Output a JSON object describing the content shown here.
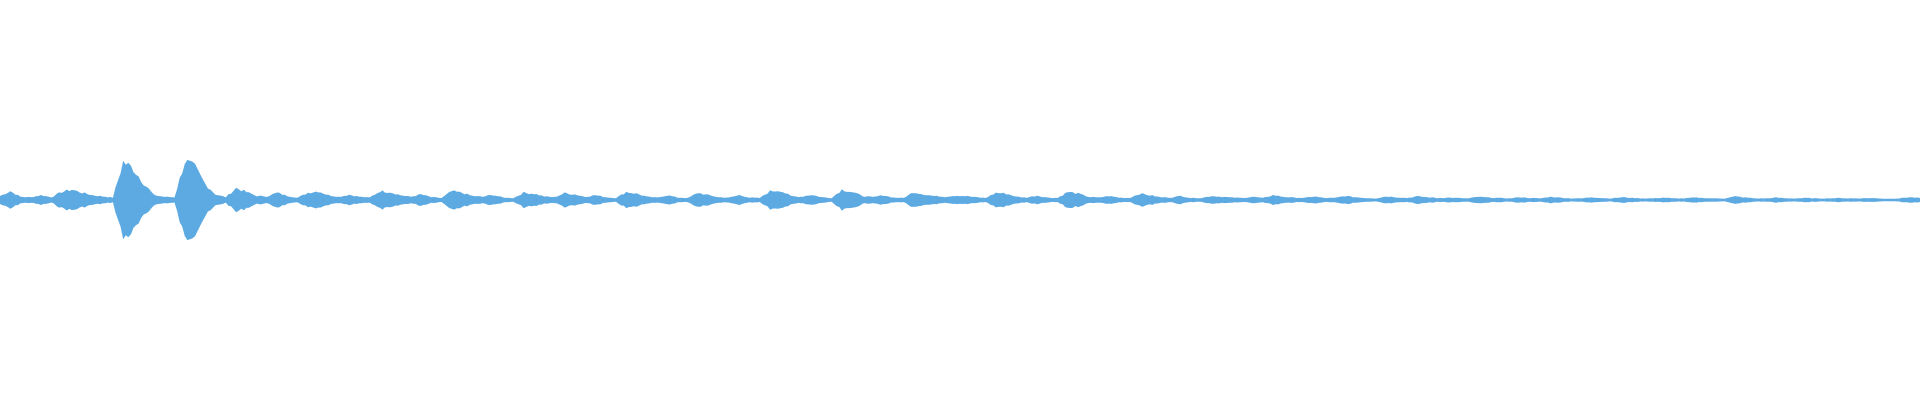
{
  "waveform": {
    "color": "#5DAAE3",
    "background": "#ffffff",
    "envelope": [
      0.1,
      0.22,
      0.08,
      0.07,
      0.12,
      0.07,
      0.2,
      0.26,
      0.18,
      0.12,
      0.09,
      0.06,
      0.95,
      0.78,
      0.42,
      0.12,
      0.08,
      0.07,
      0.97,
      0.8,
      0.4,
      0.14,
      0.07,
      0.3,
      0.2,
      0.1,
      0.09,
      0.18,
      0.1,
      0.06,
      0.18,
      0.22,
      0.12,
      0.08,
      0.13,
      0.08,
      0.06,
      0.22,
      0.2,
      0.12,
      0.08,
      0.14,
      0.07,
      0.05,
      0.22,
      0.18,
      0.1,
      0.08,
      0.13,
      0.06,
      0.05,
      0.18,
      0.16,
      0.09,
      0.07,
      0.17,
      0.14,
      0.08,
      0.12,
      0.07,
      0.05,
      0.2,
      0.16,
      0.08,
      0.06,
      0.12,
      0.06,
      0.05,
      0.18,
      0.12,
      0.07,
      0.06,
      0.12,
      0.06,
      0.05,
      0.22,
      0.24,
      0.1,
      0.08,
      0.13,
      0.07,
      0.05,
      0.26,
      0.2,
      0.1,
      0.07,
      0.12,
      0.06,
      0.05,
      0.2,
      0.14,
      0.1,
      0.08,
      0.11,
      0.1,
      0.07,
      0.05,
      0.18,
      0.16,
      0.08,
      0.06,
      0.11,
      0.06,
      0.05,
      0.2,
      0.16,
      0.08,
      0.06,
      0.1,
      0.06,
      0.05,
      0.16,
      0.12,
      0.07,
      0.06,
      0.1,
      0.05,
      0.05,
      0.1,
      0.08,
      0.06,
      0.05,
      0.08,
      0.05,
      0.12,
      0.08,
      0.06,
      0.05,
      0.09,
      0.05,
      0.05,
      0.1,
      0.07,
      0.05,
      0.04,
      0.09,
      0.07,
      0.05,
      0.09,
      0.07,
      0.05,
      0.06,
      0.05,
      0.04,
      0.08,
      0.06,
      0.05,
      0.04,
      0.07,
      0.05,
      0.04,
      0.08,
      0.06,
      0.04,
      0.04,
      0.07,
      0.05,
      0.04,
      0.07,
      0.05,
      0.04,
      0.04,
      0.06,
      0.04,
      0.04,
      0.06,
      0.05,
      0.04,
      0.04,
      0.09,
      0.06,
      0.04,
      0.04,
      0.06,
      0.04,
      0.04,
      0.05,
      0.04,
      0.04,
      0.05,
      0.04,
      0.04,
      0.05,
      0.04,
      0.03,
      0.04,
      0.07,
      0.05
    ]
  }
}
